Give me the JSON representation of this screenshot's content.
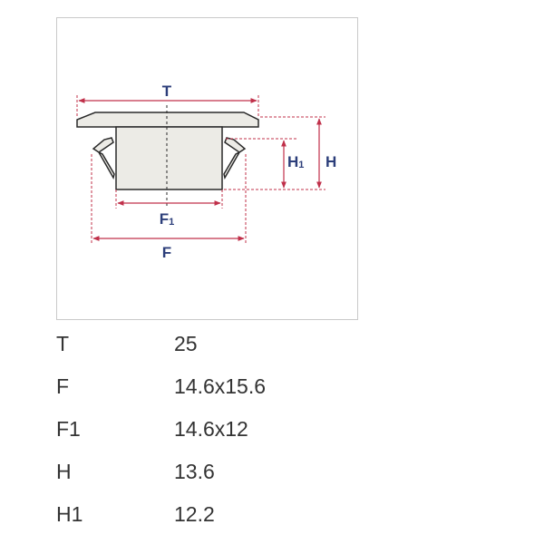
{
  "diagram": {
    "labels": {
      "t": "T",
      "f1_main": "F",
      "f1_sub": "1",
      "f": "F",
      "h1_main": "H",
      "h1_sub": "1",
      "h": "H"
    },
    "colors": {
      "dimension_line": "#c0304a",
      "label": "#2c3e7a",
      "part_fill": "#ecebe6",
      "part_stroke": "#2a2a2a"
    }
  },
  "specs": [
    {
      "key": "T",
      "value": "25"
    },
    {
      "key": "F",
      "value": "14.6x15.6"
    },
    {
      "key": "F1",
      "value": "14.6x12"
    },
    {
      "key": "H",
      "value": "13.6"
    },
    {
      "key": "H1",
      "value": "12.2"
    }
  ]
}
